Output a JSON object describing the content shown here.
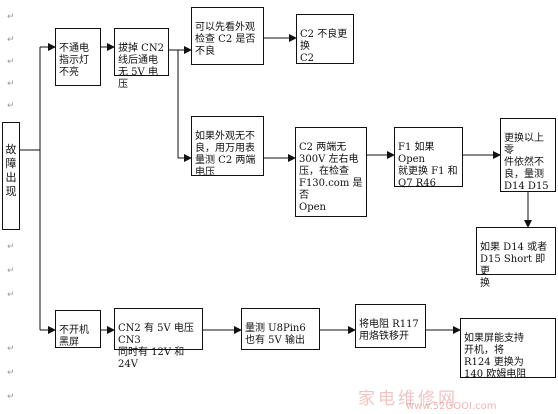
{
  "nodes": {
    "start": "故障出现",
    "no_power": "不通电\n指示灯\n不亮",
    "unplug_cn2": "拔掉 CN2\n线后通电\n无 5V 电压",
    "check_c2_look": "可以先看外观\n检查 C2 是否\n不良",
    "replace_c2": "C2 不良更换\nC2",
    "measure_c2": "如果外观无不\n良，用万用表\n量测 C2 两端\n电压",
    "c2_no_300v": "C2 两端无\n300V 左右电\n压，在检查\nF130.com 是否\nOpen",
    "f1_open": "F1 如果 Open\n就更换 F1 和\nQ7 R46",
    "still_bad": "更换以上零\n件依然不\n良，量测\nD14 D15",
    "d14_short": "如果 D14 或者\nD15 Short 即更\n换",
    "no_boot": "不开机\n黑屏",
    "cn2_5v": "CN2 有 5V 电压 CN3\n同时有 12V 和 24V",
    "u8_pin6": "量测 U8Pin6\n也有 5V 输出",
    "r117": "将电阻 R117\n用烙铁移开",
    "r124": "如果屏能支持\n开机，将\nR124 更换为\n140 欧姆电阻"
  },
  "watermark": {
    "site_name": "家电维修网",
    "url": "www.52GOOI.com"
  },
  "paragraph_mark": "↵",
  "colors": {
    "line": "#111111",
    "border": "#111111",
    "paragraph_mark": "#9a9a9a",
    "watermark": "#c82828"
  }
}
